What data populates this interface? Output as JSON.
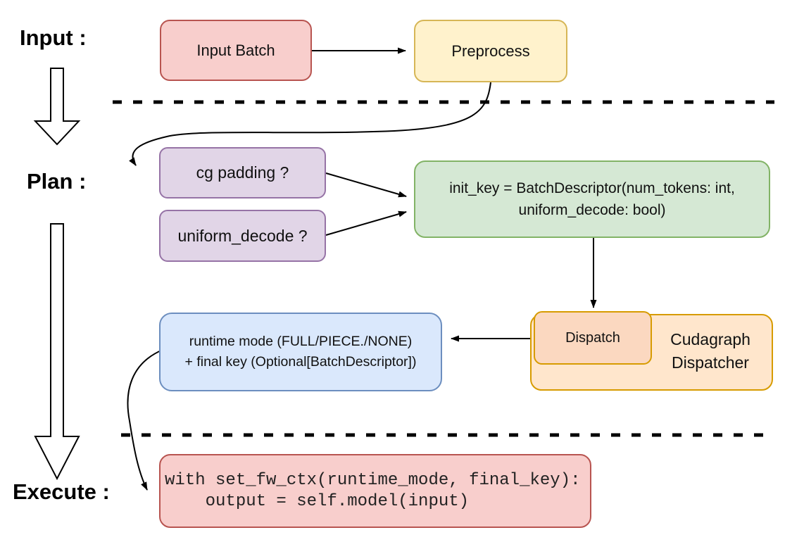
{
  "labels": {
    "input": "Input :",
    "plan": "Plan :",
    "execute": "Execute :"
  },
  "nodes": {
    "input_batch": {
      "label": "Input Batch"
    },
    "preprocess": {
      "label": "Preprocess"
    },
    "cg_padding": {
      "label": "cg padding ?"
    },
    "uniform_decode": {
      "label": "uniform_decode ?"
    },
    "init_key": {
      "line1": "init_key = BatchDescriptor(num_tokens: int,",
      "line2": "uniform_decode: bool)"
    },
    "dispatch": {
      "label": "Dispatch"
    },
    "cudagraph_dispatcher": {
      "line1": "Cudagraph",
      "line2": "Dispatcher"
    },
    "runtime_result": {
      "line1": "runtime mode (FULL/PIECE./NONE)",
      "line2": "+ final key (Optional[BatchDescriptor])"
    },
    "execute_code": {
      "line1": "with set_fw_ctx(runtime_mode, final_key):",
      "line2": "    output = self.model(input)"
    }
  },
  "colors": {
    "red_fill": "#f8cecc",
    "red_border": "#b85450",
    "yellow_fill": "#fff2cc",
    "yellow_border": "#d6b656",
    "purple_fill": "#e1d5e7",
    "purple_border": "#9673a6",
    "green_fill": "#d5e8d4",
    "green_border": "#82b366",
    "blue_fill": "#dae8fc",
    "blue_border": "#6c8ebf",
    "orange_fill": "#ffe6cc",
    "orange_border": "#d79b00",
    "dispatch_fill": "#fbd8c0",
    "connector": "#000000"
  }
}
